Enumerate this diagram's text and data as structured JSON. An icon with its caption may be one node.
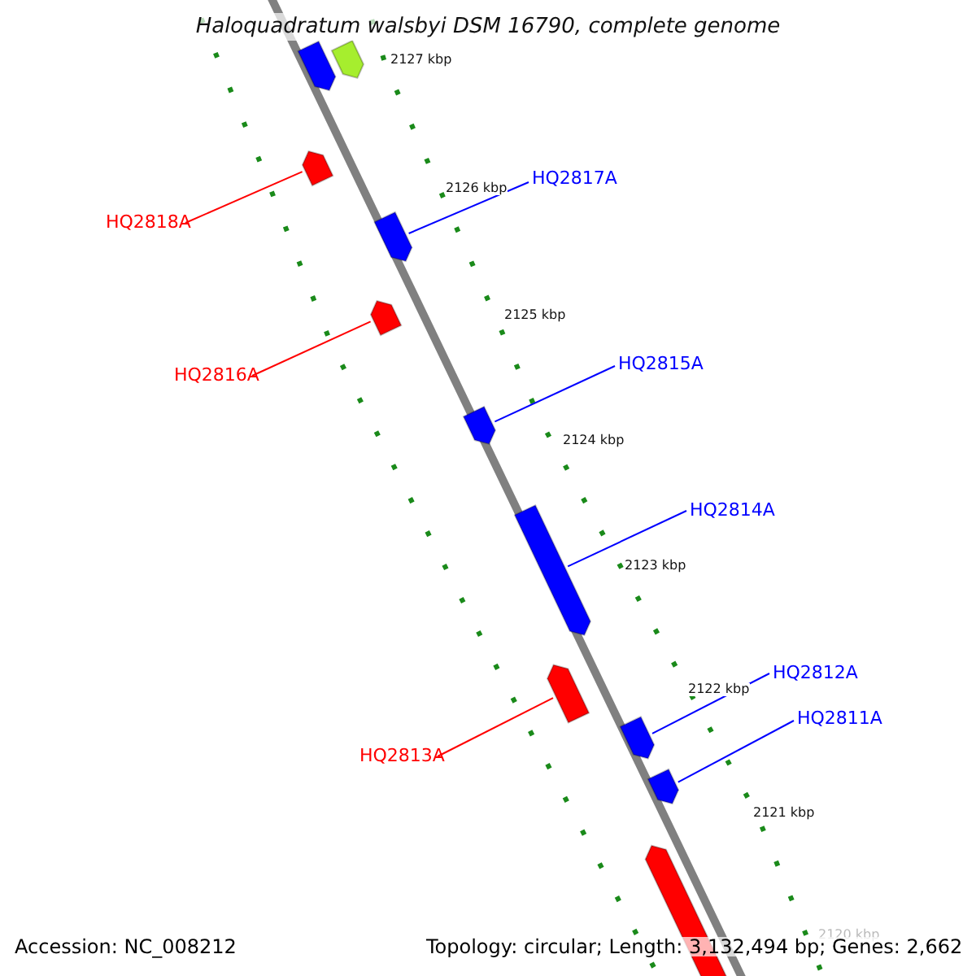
{
  "diagram": {
    "title": "Haloquadratum walsbyi DSM 16790, complete genome",
    "nodes": [
      {
        "text": [
          "HQ2817A"
        ]
      },
      {
        "text": [
          "HQ2818A"
        ]
      },
      {
        "text": [
          "HQ2815A"
        ]
      },
      {
        "text": [
          "HQ2816A"
        ]
      },
      {
        "text": [
          "HQ2814A"
        ]
      },
      {
        "text": [
          "HQ2812A"
        ]
      },
      {
        "text": [
          "HQ2811A"
        ]
      },
      {
        "text": [
          "HQ2813A"
        ]
      },
      {
        "text": [],
        "shape": "bar"
      },
      {
        "text": [],
        "shape": "bar"
      },
      {
        "text": [],
        "shape": "bar"
      },
      {
        "text": [],
        "shape": "bar"
      },
      {
        "text": [],
        "shape": "bar"
      },
      {
        "text": [],
        "shape": "bar"
      },
      {
        "text": [],
        "shape": "bar"
      },
      {
        "text": [],
        "shape": "bar"
      },
      {
        "text": [],
        "shape": "bar"
      },
      {
        "text": [],
        "shape": "bar"
      },
      {
        "text": [],
        "shape": "bar"
      }
    ],
    "edges": [
      {
        "from": 0,
        "to": 8,
        "arrow": "none"
      },
      {
        "from": 1,
        "to": 9,
        "arrow": "none",
        "color": "#ff0000"
      },
      {
        "from": 2,
        "to": 10,
        "arrow": "none"
      },
      {
        "from": 3,
        "to": 11,
        "arrow": "none",
        "color": "#ff0000"
      },
      {
        "from": 4,
        "to": 12,
        "arrow": "none"
      },
      {
        "from": 5,
        "to": 13,
        "arrow": "none"
      },
      {
        "from": 6,
        "to": 14,
        "arrow": "none"
      },
      {
        "from": 7,
        "to": 15,
        "arrow": "none",
        "color": "#ff0000"
      }
    ],
    "labels": [
      "2127 kbp",
      "2126 kbp",
      "2125 kbp",
      "2124 kbp",
      "2123 kbp",
      "2122 kbp",
      "2121 kbp",
      "2120 kbp",
      "Accession: NC_008212",
      "Topology: circular; Length: 3,132,494 bp; Genes: 2,662"
    ]
  }
}
